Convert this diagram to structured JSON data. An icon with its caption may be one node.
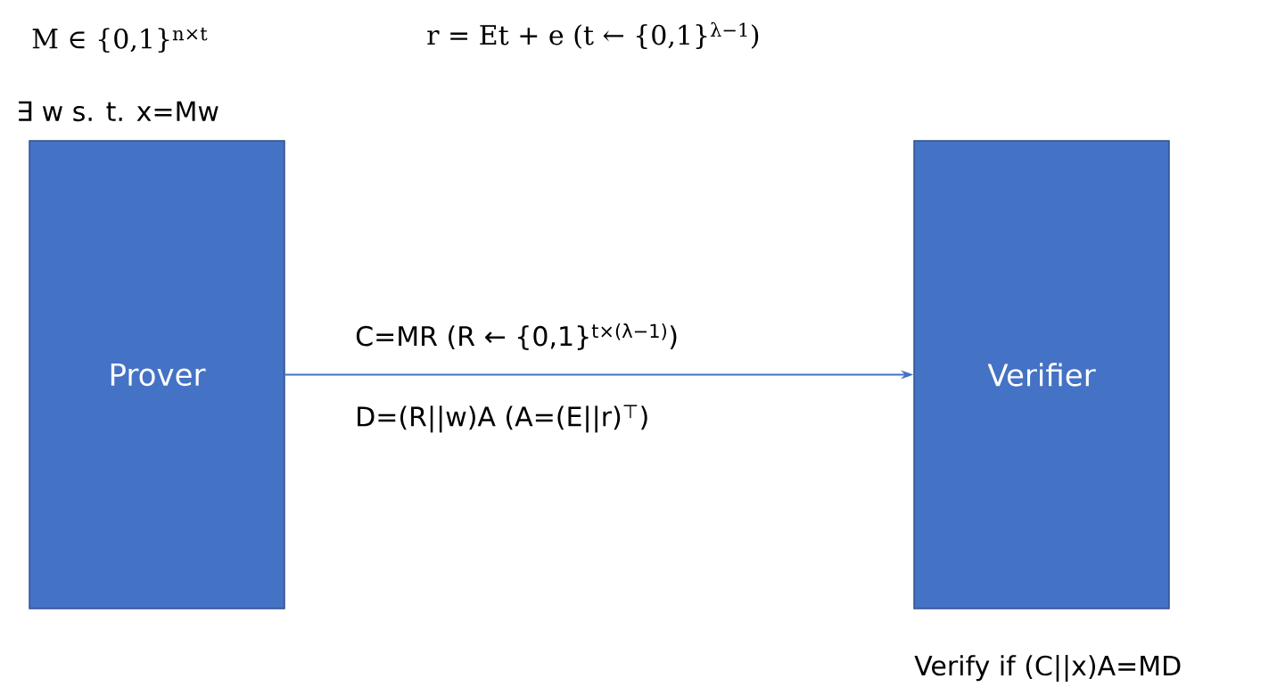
{
  "diagram": {
    "nodes": [
      {
        "text": [
          "Prover"
        ],
        "beside": [
          "∃ w s. t. x=Mw"
        ]
      },
      {
        "text": [
          "Verifier"
        ],
        "beside": [
          "Verify if (C||x)A=MD"
        ]
      }
    ],
    "edges": [
      {
        "from": 0,
        "to": 1,
        "arrow": "to"
      }
    ],
    "labels": [
      "M ∈ {0,1}$^{n×t}$",
      "r = Et + e  (t ← {0,1}$^{λ−1}$)",
      "C=MR      (R ← {0,1}$^{t×(λ−1)}$)",
      "D=(R||w)A    (A=(E||r)$^{⊤}$)"
    ]
  }
}
